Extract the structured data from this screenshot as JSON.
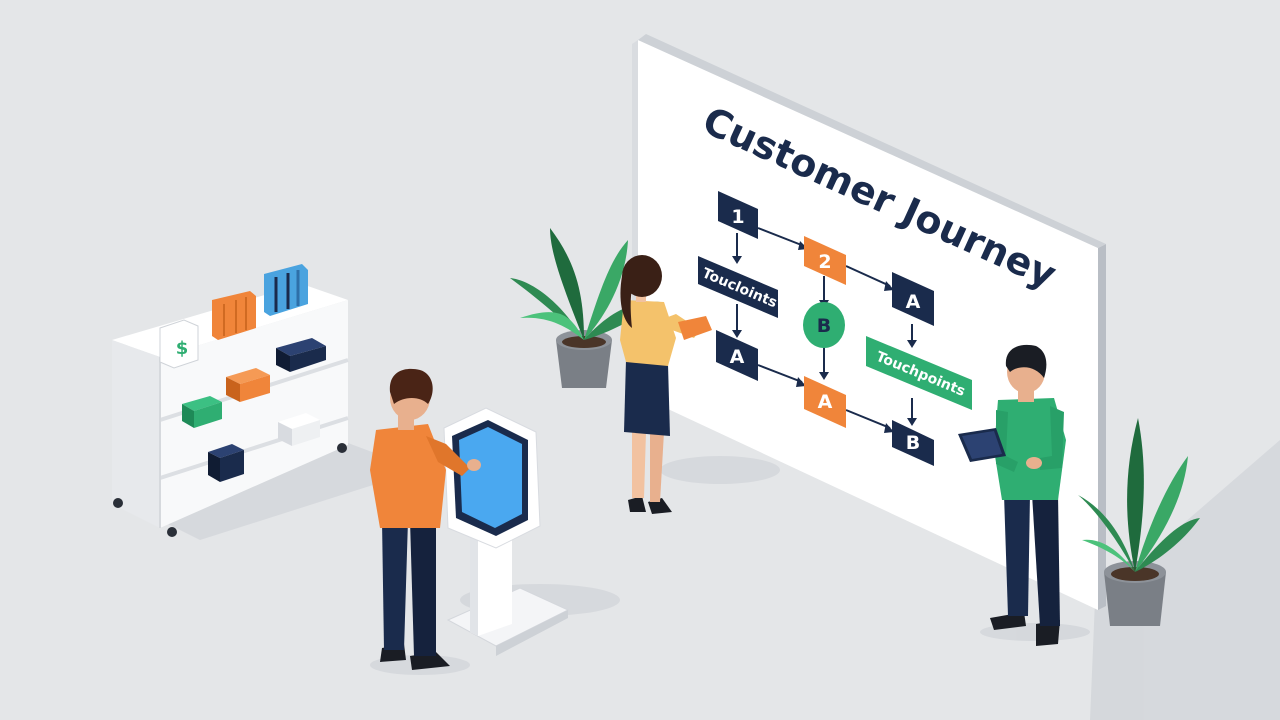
{
  "board": {
    "title": "Customer Journey",
    "nodes": [
      {
        "label": "1",
        "style": "navy"
      },
      {
        "label": "2",
        "style": "orange"
      },
      {
        "label": "A",
        "style": "navy"
      },
      {
        "label": "A",
        "style": "navy"
      },
      {
        "label": "B",
        "style": "green-circle"
      },
      {
        "label": "A",
        "style": "orange"
      },
      {
        "label": "B",
        "style": "navy"
      }
    ],
    "pills": [
      {
        "label": "Toucloints",
        "style": "navy-pill"
      },
      {
        "label": "Touchpoints",
        "style": "green-pill"
      }
    ]
  },
  "colors": {
    "navy": "#1a2b4c",
    "orange": "#f0853a",
    "green": "#2fae72",
    "floor": "#e4e6e8"
  },
  "icons": {
    "shelf_box": "dollar-sign"
  },
  "shelf": {
    "box_label": "$"
  }
}
